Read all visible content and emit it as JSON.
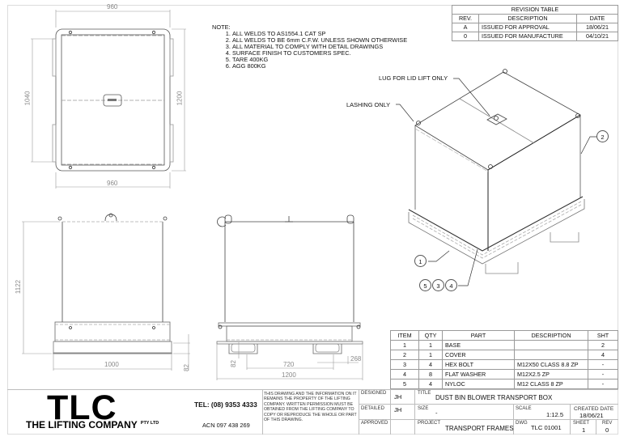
{
  "revision_table": {
    "title": "REVISION TABLE",
    "headers": [
      "REV.",
      "DESCRIPTION",
      "DATE"
    ],
    "rows": [
      {
        "rev": "A",
        "description": "ISSUED FOR APPROVAL",
        "date": "18/06/21"
      },
      {
        "rev": "0",
        "description": "ISSUED FOR MANUFACTURE",
        "date": "04/10/21"
      }
    ]
  },
  "notes": {
    "heading": "NOTE:",
    "items": [
      "ALL WELDS TO AS1554.1 CAT SP",
      "ALL WELDS TO BE 6mm C.F.W. UNLESS SHOWN OTHERWISE",
      "ALL MATERIAL TO COMPLY WITH DETAIL DRAWINGS",
      "SURFACE FINISH TO CUSTOMERS SPEC.",
      "TARE 400KG",
      "AGG  800KG"
    ]
  },
  "views": {
    "top": {
      "width_top": "960",
      "width_bottom": "960",
      "height_left": "1040",
      "height_right": "1200"
    },
    "front": {
      "height": "1122",
      "width": "1000",
      "base_height": "82"
    },
    "side": {
      "width": "1200",
      "fork_spacing": "720",
      "fork_width": "268",
      "fork_height": "82"
    },
    "isometric": {
      "callouts": {
        "lid_lug": "LUG FOR LID LIFT ONLY",
        "lashing": "LASHING ONLY"
      },
      "balloons": [
        "1",
        "2",
        "5",
        "3",
        "4"
      ]
    }
  },
  "bom": {
    "headers": [
      "ITEM",
      "QTY",
      "PART",
      "DESCRIPTION",
      "SHT"
    ],
    "rows": [
      {
        "item": "1",
        "qty": "1",
        "part": "BASE",
        "description": "",
        "sht": "2"
      },
      {
        "item": "2",
        "qty": "1",
        "part": "COVER",
        "description": "",
        "sht": "4"
      },
      {
        "item": "3",
        "qty": "4",
        "part": "HEX BOLT",
        "description": "M12X50 CLASS 8.8 ZP",
        "sht": "-"
      },
      {
        "item": "4",
        "qty": "8",
        "part": "FLAT WASHER",
        "description": "M12X2.5 ZP",
        "sht": "-"
      },
      {
        "item": "5",
        "qty": "4",
        "part": "NYLOC",
        "description": "M12 CLASS 8 ZP",
        "sht": "-"
      }
    ]
  },
  "title_block": {
    "logo": "TLC",
    "company": "THE LIFTING COMPANY",
    "company_suffix": "PTY LTD",
    "tel": "TEL: (08) 9353 4333",
    "acn": "ACN 097 438 269",
    "legal": "THIS DRAWING AND THE INFORMATION ON IT REMAINS THE PROPERTY OF THE LIFTING COMPANY. WRITTEN PERMISSION MUST BE OBTAINED FROM THE LIFTING COMPANY TO COPY OR REPRODUCE THE WHOLE OR PART OF THIS DRAWING.",
    "designed_label": "DESIGNED",
    "designed": "JH",
    "detailed_label": "DETAILED",
    "detailed": "JH",
    "approved_label": "APPROVED",
    "approved": "",
    "title_label": "TITLE",
    "title": "DUST BIN BLOWER TRANSPORT BOX",
    "size_label": "SIZE",
    "size": "-",
    "scale_label": "SCALE",
    "scale": "1:12.5",
    "created_label": "CREATED DATE",
    "created": "18/06/21",
    "project_label": "PROJECT",
    "project": "TRANSPORT FRAMES",
    "dwg_label": "DWG",
    "dwg": "TLC 01001",
    "sheet_label": "SHEET",
    "sheet": "1",
    "rev_label": "REV",
    "rev": "0"
  }
}
